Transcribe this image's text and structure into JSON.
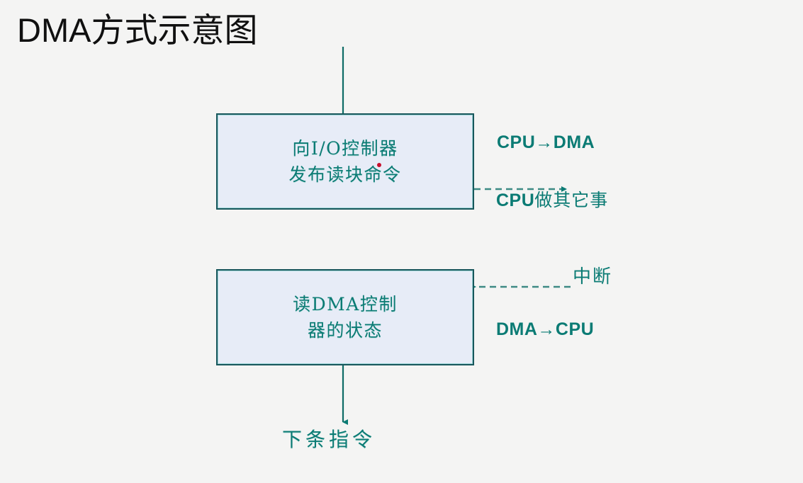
{
  "page": {
    "title": "DMA方式示意图",
    "background_color": "#f4f4f3",
    "accent_color": "#0b7b74",
    "box_fill_color": "#e7ecf7",
    "box_border_color": "#19575c",
    "marker_color": "#c8102e"
  },
  "diagram": {
    "type": "flowchart",
    "nodes": [
      {
        "id": "read-command",
        "name": "向I/O控制器发布读块命令",
        "lines": [
          "向I/O控制器",
          "发布读块命令"
        ],
        "shape": "rectangle"
      },
      {
        "id": "read-status",
        "name": "读DMA控制器的状态",
        "lines": [
          "读DMA控制",
          "器的状态"
        ],
        "shape": "rectangle"
      },
      {
        "id": "next-instruction",
        "name": "下条指令",
        "lines": [
          "下条指令"
        ],
        "shape": "text"
      }
    ],
    "annotations": [
      {
        "id": "cpu-to-dma",
        "text": "CPU→DMA",
        "style": "latin-bold"
      },
      {
        "id": "cpu-other",
        "latin": "CPU",
        "cjk": "做其它事",
        "text": "CPU做其它事",
        "style": "mixed"
      },
      {
        "id": "interrupt",
        "text": "中断",
        "style": "cjk"
      },
      {
        "id": "dma-to-cpu",
        "text": "DMA→CPU",
        "style": "latin-bold"
      }
    ],
    "edges": [
      {
        "id": "entry-to-read-command",
        "from": "entry",
        "to": "read-command",
        "line": "solid",
        "direction": "down"
      },
      {
        "id": "read-command-to-cpu-other",
        "from": "read-command",
        "to": "cpu-other",
        "line": "dashed",
        "direction": "right"
      },
      {
        "id": "interrupt-to-read-status",
        "from": "interrupt",
        "to": "read-status",
        "line": "dashed",
        "direction": "left"
      },
      {
        "id": "read-status-to-next",
        "from": "read-status",
        "to": "next-instruction",
        "line": "solid",
        "direction": "down"
      }
    ]
  }
}
